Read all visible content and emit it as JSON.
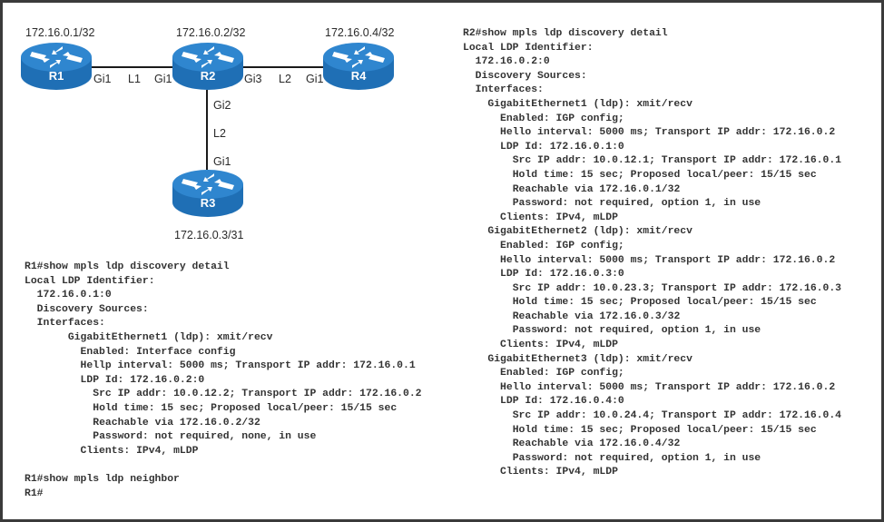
{
  "topology": {
    "routers": [
      {
        "name": "R1",
        "loopback": "172.16.0.1/32"
      },
      {
        "name": "R2",
        "loopback": "172.16.0.2/32"
      },
      {
        "name": "R3",
        "loopback": "172.16.0.3/31"
      },
      {
        "name": "R4",
        "loopback": "172.16.0.4/32"
      }
    ],
    "links": [
      {
        "name": "L1",
        "a_if": "Gi1",
        "b_if": "Gi1",
        "a": "R1",
        "b": "R2"
      },
      {
        "name": "L2",
        "a_if": "Gi3",
        "b_if": "Gi1",
        "a": "R2",
        "b": "R4"
      },
      {
        "name": "L2",
        "a_if": "Gi2",
        "b_if": "Gi1",
        "a": "R2",
        "b": "R3"
      }
    ],
    "colors": {
      "router": "#1f6fb5",
      "router_top": "#2f86cf",
      "link": "#1a1a1a"
    }
  },
  "r1_output": [
    {
      "indent": 0,
      "text": "R1#show mpls ldp discovery detail"
    },
    {
      "indent": 0,
      "text": "Local LDP Identifier:"
    },
    {
      "indent": 2,
      "text": "172.16.0.1:0"
    },
    {
      "indent": 2,
      "text": "Discovery Sources:"
    },
    {
      "indent": 2,
      "text": "Interfaces:"
    },
    {
      "indent": 7,
      "text": "GigabitEthernet1 (ldp): xmit/recv"
    },
    {
      "indent": 9,
      "text": "Enabled: Interface config"
    },
    {
      "indent": 9,
      "text": "Hellp interval: 5000 ms; Transport IP addr: 172.16.0.1"
    },
    {
      "indent": 9,
      "text": "LDP Id: 172.16.0.2:0"
    },
    {
      "indent": 11,
      "text": "Src IP addr: 10.0.12.2; Transport IP addr: 172.16.0.2"
    },
    {
      "indent": 11,
      "text": "Hold time: 15 sec; Proposed local/peer: 15/15 sec"
    },
    {
      "indent": 11,
      "text": "Reachable via 172.16.0.2/32"
    },
    {
      "indent": 11,
      "text": "Password: not required, none, in use"
    },
    {
      "indent": 9,
      "text": "Clients: IPv4, mLDP"
    },
    {
      "indent": 0,
      "text": ""
    },
    {
      "indent": 0,
      "text": "R1#show mpls ldp neighbor"
    },
    {
      "indent": 0,
      "text": "R1#"
    }
  ],
  "r2_output": [
    {
      "indent": 0,
      "text": "R2#show mpls ldp discovery detail"
    },
    {
      "indent": 0,
      "text": "Local LDP Identifier:"
    },
    {
      "indent": 2,
      "text": "172.16.0.2:0"
    },
    {
      "indent": 2,
      "text": "Discovery Sources:"
    },
    {
      "indent": 2,
      "text": "Interfaces:"
    },
    {
      "indent": 4,
      "text": "GigabitEthernet1 (ldp): xmit/recv"
    },
    {
      "indent": 6,
      "text": "Enabled: IGP config;"
    },
    {
      "indent": 6,
      "text": "Hello interval: 5000 ms; Transport IP addr: 172.16.0.2"
    },
    {
      "indent": 6,
      "text": "LDP Id: 172.16.0.1:0"
    },
    {
      "indent": 8,
      "text": "Src IP addr: 10.0.12.1; Transport IP addr: 172.16.0.1"
    },
    {
      "indent": 8,
      "text": "Hold time: 15 sec; Proposed local/peer: 15/15 sec"
    },
    {
      "indent": 8,
      "text": "Reachable via 172.16.0.1/32"
    },
    {
      "indent": 8,
      "text": "Password: not required, option 1, in use"
    },
    {
      "indent": 6,
      "text": "Clients: IPv4, mLDP"
    },
    {
      "indent": 4,
      "text": "GigabitEthernet2 (ldp): xmit/recv"
    },
    {
      "indent": 6,
      "text": "Enabled: IGP config;"
    },
    {
      "indent": 6,
      "text": "Hello interval: 5000 ms; Transport IP addr: 172.16.0.2"
    },
    {
      "indent": 6,
      "text": "LDP Id: 172.16.0.3:0"
    },
    {
      "indent": 8,
      "text": "Src IP addr: 10.0.23.3; Transport IP addr: 172.16.0.3"
    },
    {
      "indent": 8,
      "text": "Hold time: 15 sec; Proposed local/peer: 15/15 sec"
    },
    {
      "indent": 8,
      "text": "Reachable via 172.16.0.3/32"
    },
    {
      "indent": 8,
      "text": "Password: not required, option 1, in use"
    },
    {
      "indent": 6,
      "text": "Clients: IPv4, mLDP"
    },
    {
      "indent": 4,
      "text": "GigabitEthernet3 (ldp): xmit/recv"
    },
    {
      "indent": 6,
      "text": "Enabled: IGP config;"
    },
    {
      "indent": 6,
      "text": "Hello interval: 5000 ms; Transport IP addr: 172.16.0.2"
    },
    {
      "indent": 6,
      "text": "LDP Id: 172.16.0.4:0"
    },
    {
      "indent": 8,
      "text": "Src IP addr: 10.0.24.4; Transport IP addr: 172.16.0.4"
    },
    {
      "indent": 8,
      "text": "Hold time: 15 sec; Proposed local/peer: 15/15 sec"
    },
    {
      "indent": 8,
      "text": "Reachable via 172.16.0.4/32"
    },
    {
      "indent": 8,
      "text": "Password: not required, option 1, in use"
    },
    {
      "indent": 6,
      "text": "Clients: IPv4, mLDP"
    }
  ]
}
